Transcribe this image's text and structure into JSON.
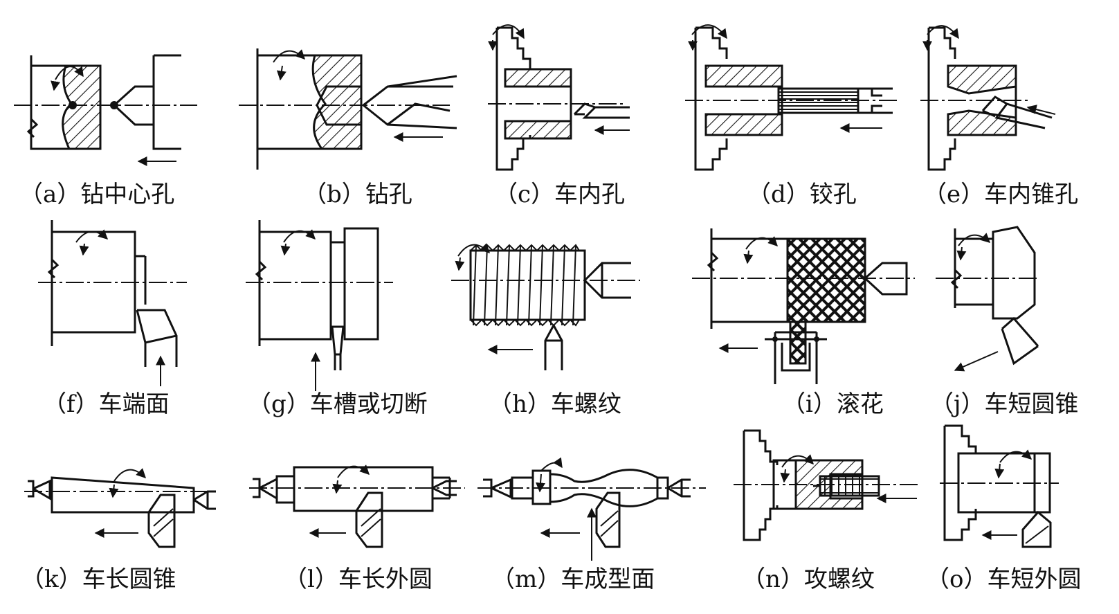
{
  "figure": {
    "captions": {
      "a": "（a）钻中心孔",
      "b": "（b）钻孔",
      "c": "（c）车内孔",
      "d": "（d）铰孔",
      "e": "（e）车内锥孔",
      "f": "（f）车端面",
      "g": "（g）车槽或切断",
      "h": "（h）车螺纹",
      "i": "（i）滚花",
      "j": "（j）车短圆锥",
      "k": "（k）车长圆锥",
      "l": "（l）车长外圆",
      "m": "（m）车成型面",
      "n": "（n）攻螺纹",
      "o": "（o）车短外圆"
    }
  }
}
